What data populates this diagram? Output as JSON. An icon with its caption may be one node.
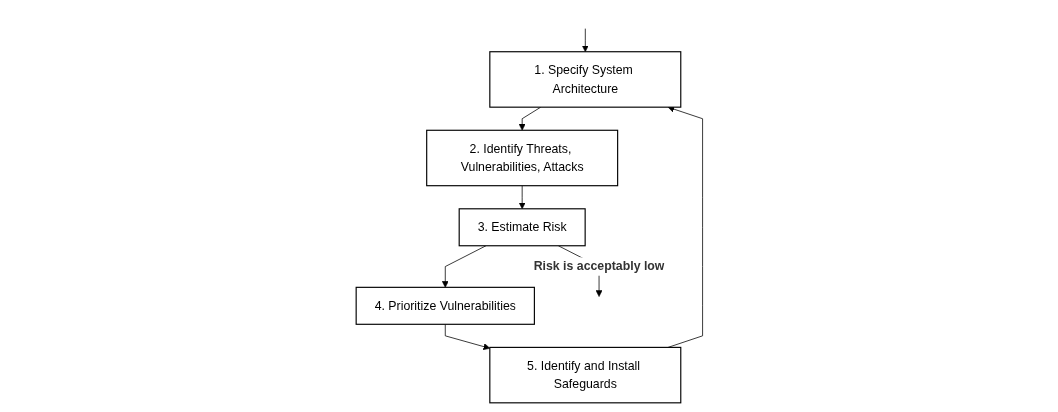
{
  "diagram": {
    "nodes": [
      {
        "text": [
          "1. Specify System Architecture"
        ]
      },
      {
        "text": [
          "2. Identify Threats, Vulnerabilities, Attacks"
        ]
      },
      {
        "text": [
          "3. Estimate Risk"
        ]
      },
      {
        "text": [
          "4. Prioritize Vulnerabilities"
        ]
      },
      {
        "text": [
          "5. Identify and Install Safeguards"
        ]
      }
    ],
    "edges": [
      {
        "from": null,
        "to": 0,
        "arrow": "to"
      },
      {
        "from": 0,
        "to": 1,
        "arrow": "to"
      },
      {
        "from": 1,
        "to": 2,
        "arrow": "to"
      },
      {
        "from": 2,
        "to": 3,
        "arrow": "to"
      },
      {
        "from": 3,
        "to": 4,
        "arrow": "to"
      },
      {
        "from": 4,
        "to": 0,
        "arrow": "to"
      },
      {
        "from": 2,
        "to": null,
        "arrow": "to",
        "label": "Risk is acceptably low"
      }
    ]
  }
}
